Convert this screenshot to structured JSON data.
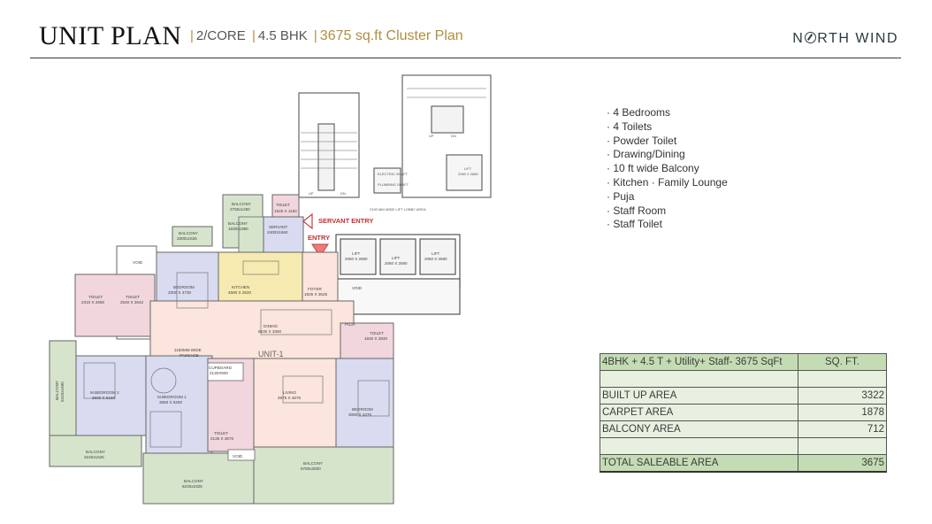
{
  "header": {
    "title": "UNIT PLAN",
    "core": "2/CORE",
    "bhk": "4.5  BHK",
    "cluster": "3675 sq.ft Cluster Plan",
    "brand_left": "N",
    "brand_right": "RTH WIND"
  },
  "features": [
    "4 Bedrooms",
    "4 Toilets",
    "Powder Toilet",
    "Drawing/Dining",
    "10 ft wide Balcony",
    "Kitchen · Family Lounge",
    "Puja",
    "Staff Room",
    "Staff Toilet"
  ],
  "plan_labels": {
    "servant_entry": "SERVANT ENTRY",
    "entry": "ENTRY",
    "unit": "UNIT-1",
    "balcony_top": "BALCONY",
    "balcony_top_dim": "3300x1625",
    "void1": "VOID",
    "bedroom": "BEDROOM",
    "bedroom_dim": "3300 X 4730",
    "kitchen": "KITCHEN",
    "kitchen_dim": "4580 X 2520",
    "foyer": "FOYER",
    "foyer_dim": "1825 X 3625",
    "dining": "DINING",
    "dining_dim": "6535 X 3360",
    "toilet1": "TOILET",
    "toilet1_dim": "2310 X 2650",
    "toilet2": "TOILET",
    "toilet2_dim": "2540 X 2642",
    "passage": "1150MM WIDE",
    "passage2": "PASSAGE",
    "mbed2": "M.BEDROOM 2",
    "mbed2_dim": "3600 X 5150",
    "mbed1": "M.BEDROOM 1",
    "mbed1_dim": "3650 X 5250",
    "cupboard": "CUPBOARD",
    "cupboard_dim": "2130X900",
    "living": "LIVING",
    "living_dim": "4975 X 4575",
    "toilet3": "TOILET",
    "toilet3_dim": "2135 X 3675",
    "bedroom3": "BEDROOM",
    "bedroom3_dim": "3080 X 4375",
    "toilet4": "TOILET",
    "toilet4_dim": "1840 X 2840",
    "puja": "PUJA",
    "balcony_side": "BALCONY",
    "balcony_side_dim": "5410x1690",
    "balcony_bl": "BALCONY",
    "balcony_bl_dim": "3240x1625",
    "balcony_bc": "BALCONY",
    "balcony_bc_dim": "6225x2325",
    "balcony_br": "BALCONY",
    "balcony_br_dim": "6780x3000",
    "void2": "VOID",
    "balcony_staff": "BALCONY",
    "balcony_staff_dim": "2755x1250",
    "balcony_small": "BALCONY",
    "balcony_small_dim": "1830x1980",
    "toilet5": "TOILET",
    "toilet5_dim": "1525 X 1150",
    "servant": "SERVANT",
    "servant_dim": "2400X1660",
    "lift1": "LIFT",
    "lift1_dim": "2060 X 2680",
    "lift2": "LIFT",
    "lift2_dim": "2060 X 2680",
    "lift3": "LIFT",
    "lift3_dim": "2060 X 2680",
    "lift4": "LIFT",
    "lift4_dim": "2060 X 2680",
    "void3": "VOID",
    "lobby": "2100 MM  WIDE LIFT LOBBY AREA",
    "up1": "UP",
    "dn1": "DN",
    "up2": "UP",
    "dn2": "DN",
    "shaft1": "ELECTRIC\nSHAFT",
    "shaft2": "PLUMBING\nSHAFT"
  },
  "area_table": {
    "header": [
      "4BHK + 4.5 T + Utility+ Staff- 3675 SqFt",
      "SQ. FT."
    ],
    "rows": [
      [
        "",
        ""
      ],
      [
        "BUILT UP AREA",
        "3322"
      ],
      [
        "CARPET AREA",
        "1878"
      ],
      [
        "BALCONY AREA",
        "712"
      ],
      [
        "",
        ""
      ],
      [
        "TOTAL SALEABLE AREA",
        "3675"
      ]
    ]
  },
  "colors": {
    "gold": "#b28d42",
    "navy": "#2b3a3f",
    "balcony": "#d6e4cc",
    "bedroom": "#d9dbf0",
    "toilet": "#f1d6dd",
    "kitchen": "#f7eab0",
    "living": "#fbe5dc",
    "entry_red": "#d03c3c",
    "table_green": "#c4dcb4"
  }
}
